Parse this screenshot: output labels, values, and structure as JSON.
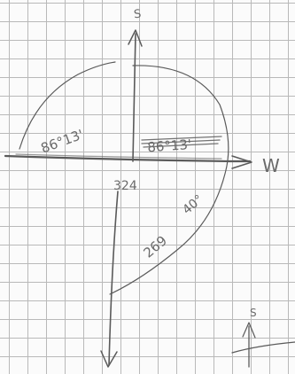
{
  "labels": {
    "north_arrow_top": "S",
    "east_label": "W",
    "corner_arrow": "S",
    "value_upper_left": "86°13'",
    "value_upper_right": "86°13'",
    "value_center": "324",
    "value_lower_right": "40°",
    "value_lower": "269"
  },
  "colors": {
    "grid": "#b9b9b9",
    "pencil": "#5a5a5a",
    "paper": "#fbfbfb"
  }
}
